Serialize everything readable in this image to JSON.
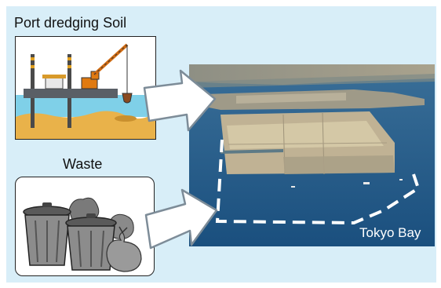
{
  "panel": {
    "background": "#d8eef8"
  },
  "sources": [
    {
      "label": "Port dredging Soil",
      "icon": "dredging-barge-icon"
    },
    {
      "label": "Waste",
      "icon": "trash-cans-icon"
    }
  ],
  "photo": {
    "caption": "Tokyo Bay",
    "subject": "aerial-view-landfill-site"
  },
  "colors": {
    "sea": "#1d5d8c",
    "arrow_fill": "#ffffff",
    "arrow_stroke": "#7d8c98",
    "dashed_boundary": "#ffffff"
  }
}
